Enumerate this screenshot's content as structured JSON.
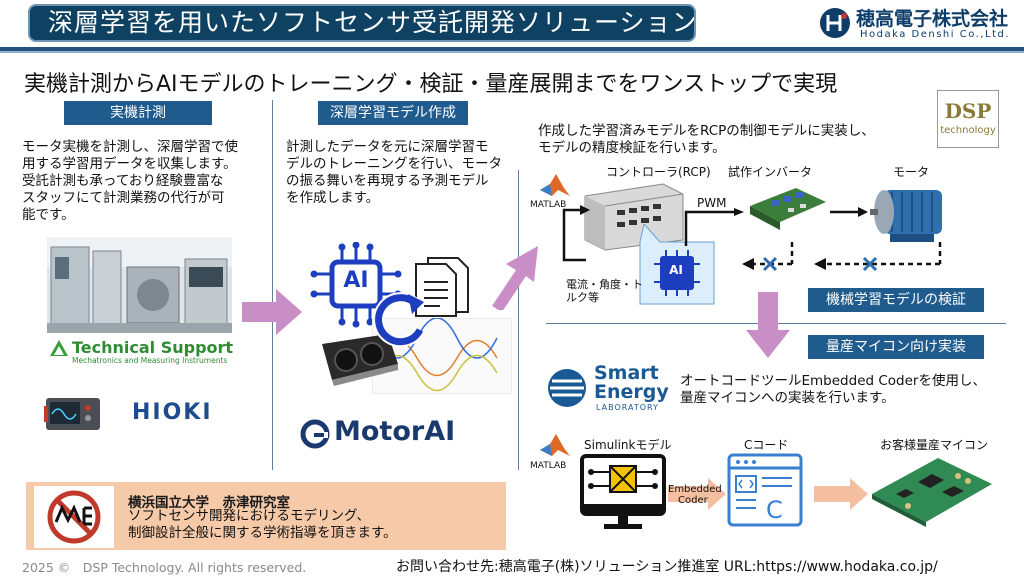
{
  "header": {
    "title": "深層学習を用いたソフトセンサ受託開発ソリューション",
    "company_name": "穂高電子株式会社",
    "company_roman": "Hodaka Denshi Co.,Ltd."
  },
  "headline": "実機計測からAIモデルのトレーニング・検証・量産展開までをワンストップで実現",
  "sections": {
    "measurement": {
      "tag": "実機計測",
      "lines": [
        "モータ実機を計測し、深層学習で使",
        "用する学習用データを収集します。",
        "受託計測も承っており経験豊富な",
        "スタッフにて計測業務の代行が可",
        "能です。"
      ]
    },
    "model_creation": {
      "tag": "深層学習モデル作成",
      "lines": [
        "計測したデータを元に深層学習モ",
        "デルのトレーニングを行い、モータ",
        "の振る舞いを再現する予測モデル",
        "を作成します。"
      ]
    },
    "rcp": {
      "lines": [
        "作成した学習済みモデルをRCPの制御モデルに実装し、",
        "モデルの精度検証を行います。"
      ],
      "controller_label": "コントローラ(RCP)",
      "inverter_label": "試作インバータ",
      "motor_label": "モータ",
      "pwm_label": "PWM",
      "feedback_lines": [
        "電流・角度・ト",
        "ルク等"
      ],
      "ai_chip": "AI",
      "verify_bar": "機械学習モデルの検証"
    },
    "deployment": {
      "bar": "量産マイコン向け実装",
      "lines": [
        "オートコードツールEmbedded Coderを使用し、",
        "量産マイコンへの実装を行います。"
      ],
      "simulink_label": "Simulinkモデル",
      "ccode_label": "Cコード",
      "mcu_label": "お客様量産マイコン",
      "coder_lines": [
        "Embedded",
        "Coder"
      ]
    }
  },
  "logos": {
    "technical_support": "Technical Support",
    "technical_support_sub": "Mechatronics and Measuring Instruments",
    "hioki": "HIOKI",
    "motorai": "MotorAI",
    "ai_icon": "AI",
    "smart_energy_1": "Smart",
    "smart_energy_2": "Energy",
    "smart_energy_3": "LABORATORY",
    "dsp_1": "DSP",
    "dsp_2": "technology",
    "matlab": "MATLAB",
    "matlab2": "MATLAB"
  },
  "university": {
    "name": "横浜国立大学　赤津研究室",
    "lines": [
      "ソフトセンサ開発におけるモデリング、",
      "制御設計全般に関する学術指導を頂きます。"
    ]
  },
  "footer": {
    "copyright": "2025 ©　DSP Technology. All rights reserved.",
    "contact": "お問い合わせ先:穂高電子(株)ソリューション推進室  URL:https://www.hodaka.co.jp/"
  },
  "colors": {
    "navy": "#0f4262",
    "tag_blue": "#1f5b8d",
    "arrow_pink": "#c98ec6",
    "university_bg": "#f6c9a8",
    "ai_blue": "#1d3fbf"
  }
}
